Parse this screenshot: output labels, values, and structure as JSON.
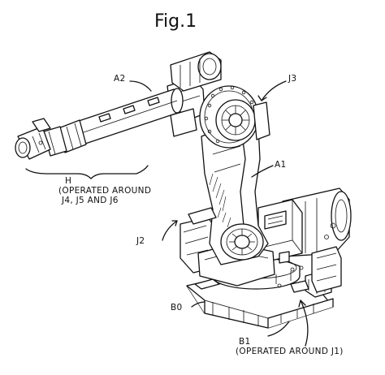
{
  "title": "Fig.1",
  "labels": {
    "a2": "A2",
    "j3": "J3",
    "a1": "A1",
    "h": "H",
    "h_note_1": "(OPERATED AROUND",
    "h_note_2": "J4, J5 AND J6",
    "j2": "J2",
    "b0": "B0",
    "b1": "B1",
    "b1_note": "(OPERATED AROUND J1)"
  }
}
